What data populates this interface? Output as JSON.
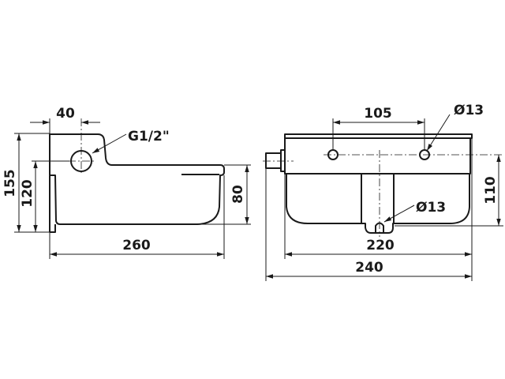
{
  "side_view": {
    "dim_hole_offset": "40",
    "dim_total_height": "155",
    "dim_hole_height": "120",
    "dim_bowl_height": "80",
    "dim_length": "260",
    "thread_label": "G1/2\""
  },
  "front_view": {
    "dim_hole_spacing": "105",
    "dim_mount_hole": "Ø13",
    "dim_drain_hole": "Ø13",
    "dim_height": "110",
    "dim_inner_width": "220",
    "dim_total_width": "240"
  }
}
